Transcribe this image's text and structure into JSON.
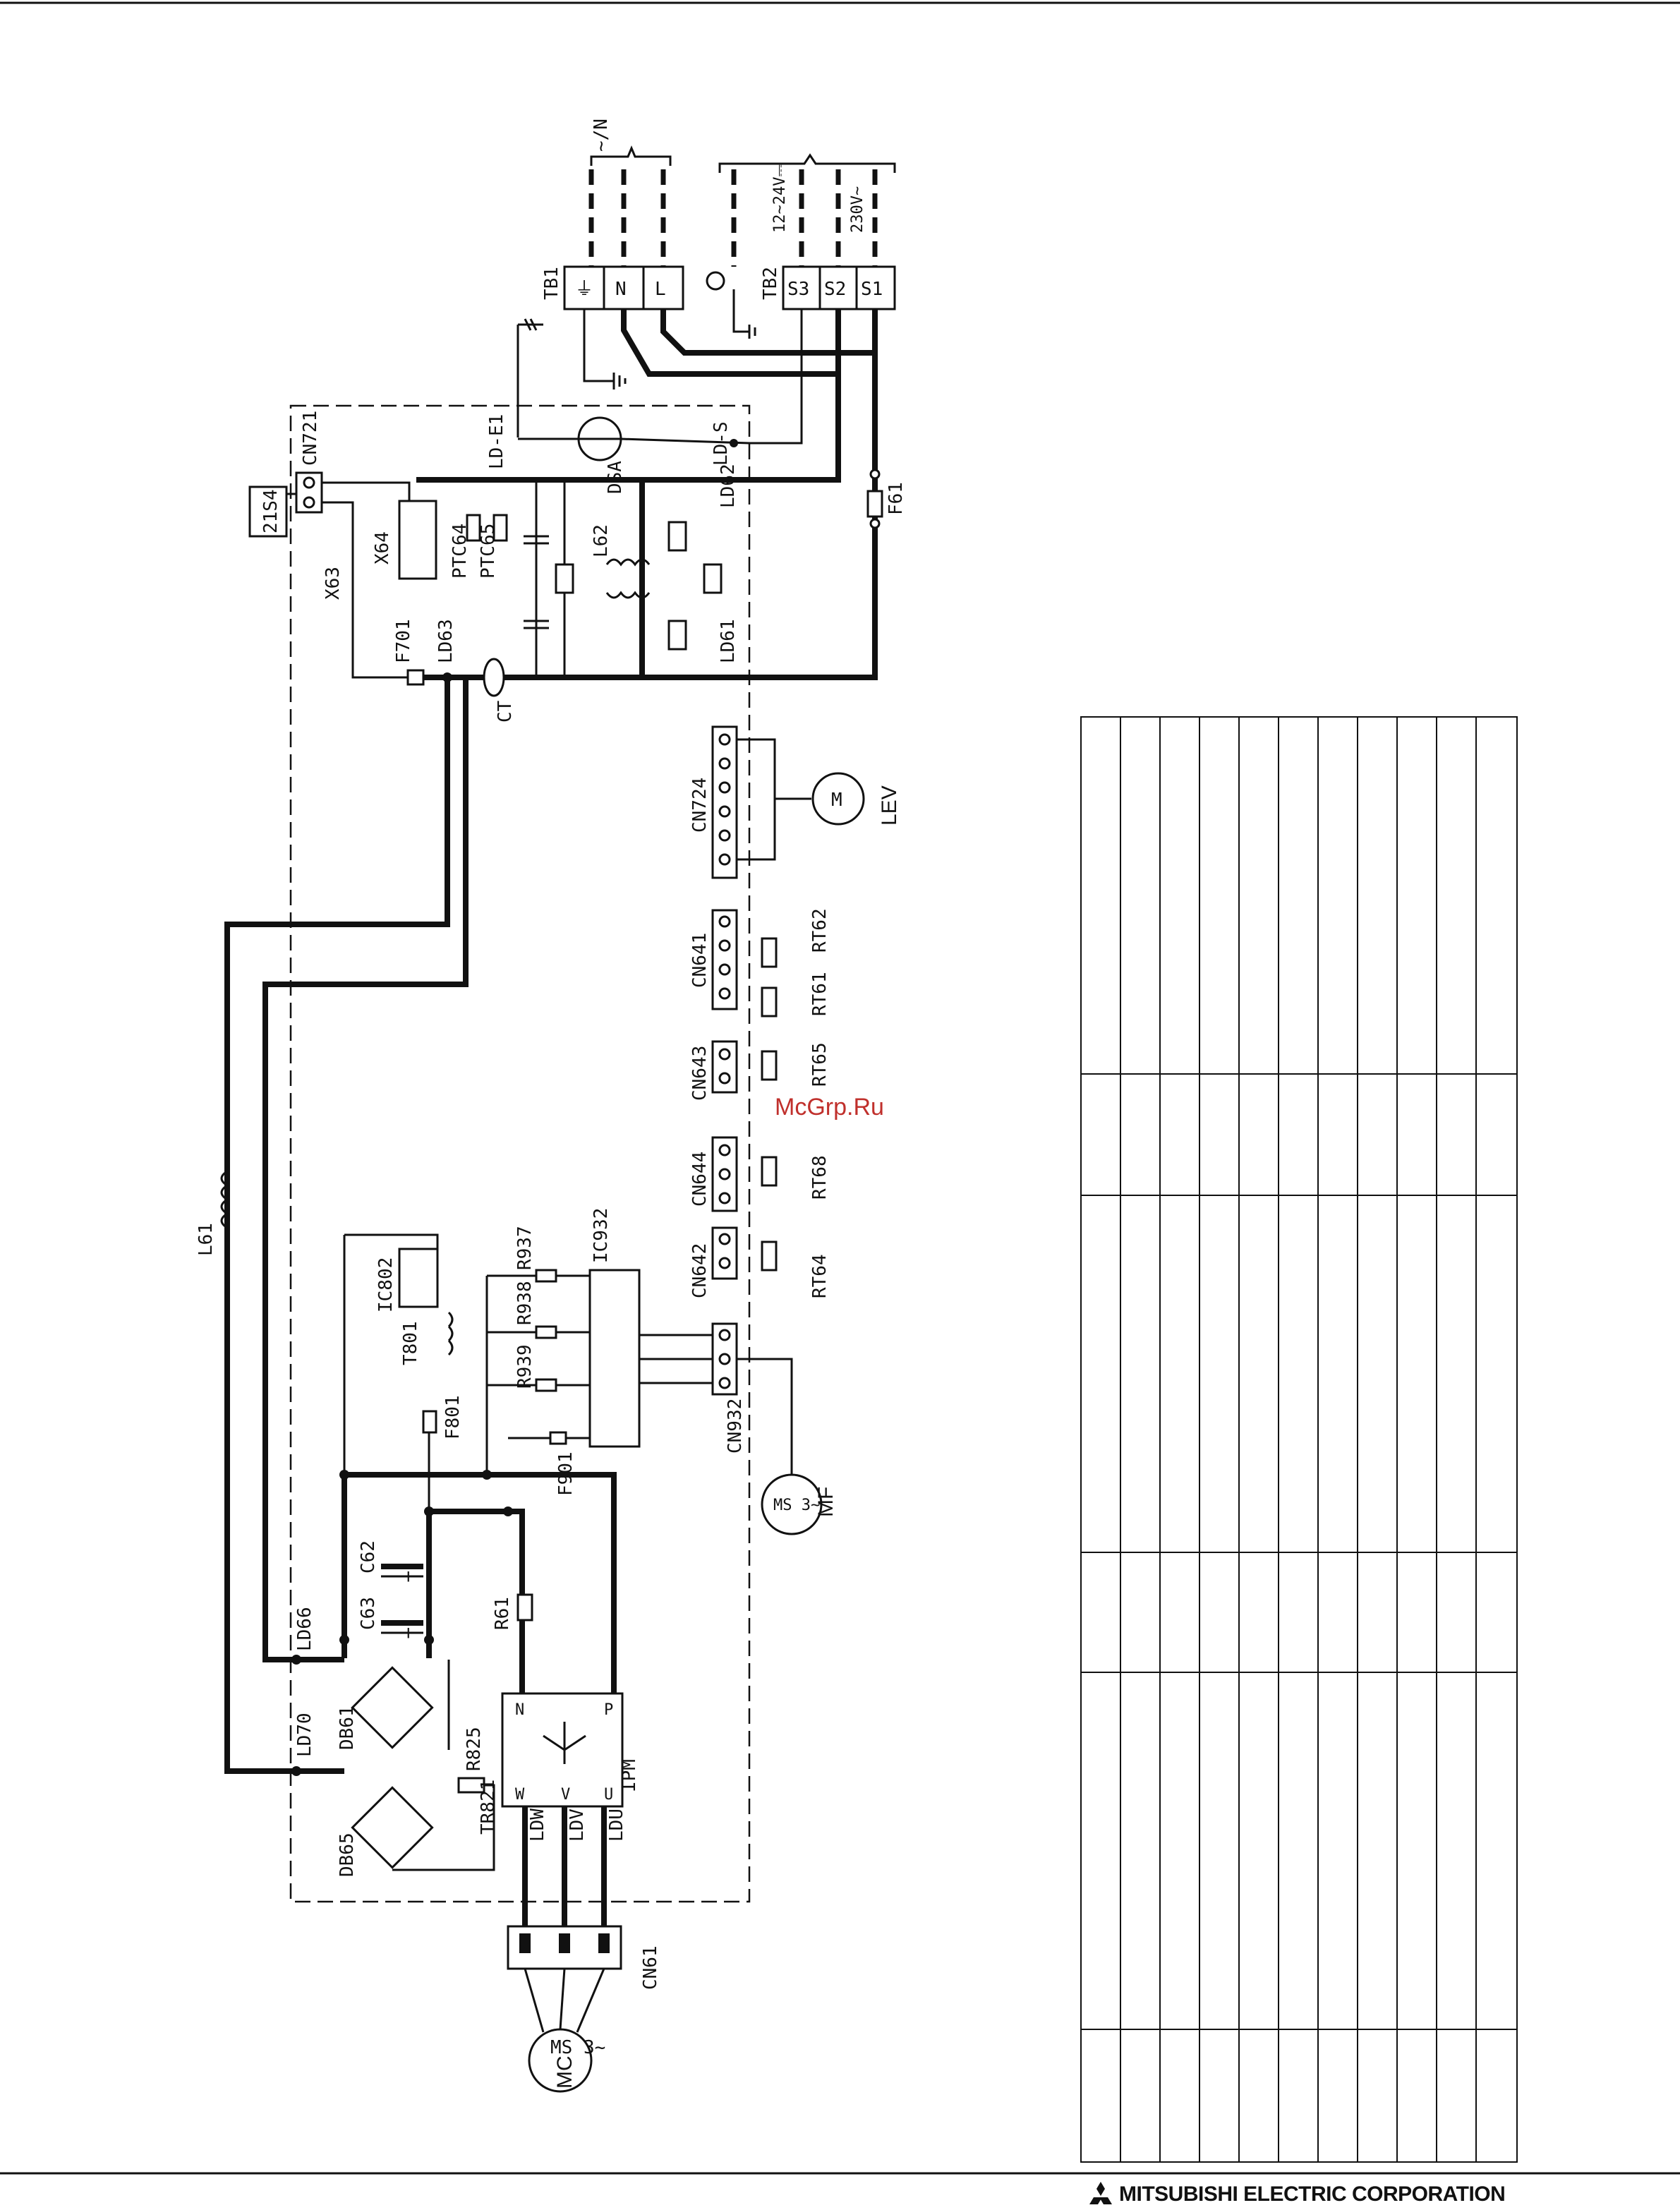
{
  "watermark": "McGrp.Ru",
  "footer": {
    "company": "MITSUBISHI ELECTRIC CORPORATION"
  },
  "supply_labels": {
    "tb1": "TB1",
    "tb2": "TB2",
    "mains": "~/N",
    "dc": "12~24V⎓",
    "ac": "230V~",
    "tb1_terminals": [
      "⏚",
      "N",
      "L"
    ],
    "tb2_terminals": [
      "S3",
      "S2",
      "S1"
    ]
  },
  "components": {
    "c21s4": "21S4",
    "cn721": "CN721",
    "x64": "X64",
    "x63": "X63",
    "ptc64": "PTC64",
    "ptc65": "PTC65",
    "ld_e1": "LD-E1",
    "dsa": "DSA",
    "ld_s": "LD-S",
    "ld62": "LD62",
    "ld61": "LD61",
    "l62": "L62",
    "f61": "F61",
    "f701": "F701",
    "ld63": "LD63",
    "ct": "CT",
    "l61": "L61",
    "ic802": "IC802",
    "t801": "T801",
    "f801": "F801",
    "r937": "R937",
    "r938": "R938",
    "r939": "R939",
    "ic932": "IC932",
    "f901": "F901",
    "c62": "C62",
    "c63": "C63",
    "ld66": "LD66",
    "ld70": "LD70",
    "db61": "DB61",
    "db65": "DB65",
    "r825": "R825",
    "tr821": "TR821",
    "r61": "R61",
    "ipm": "IPM",
    "ldw": "LDW",
    "ldv": "LDV",
    "ldu": "LDU",
    "cn61": "CN61",
    "mc": "MC",
    "mf": "MF",
    "cn932": "CN932",
    "cn642": "CN642",
    "cn644": "CN644",
    "cn643": "CN643",
    "cn641": "CN641",
    "cn724": "CN724",
    "rt64": "RT64",
    "rt68": "RT68",
    "rt65": "RT65",
    "rt61": "RT61",
    "rt62": "RT62",
    "lev": "LEV",
    "ms3": "MS 3~",
    "m": "M"
  }
}
